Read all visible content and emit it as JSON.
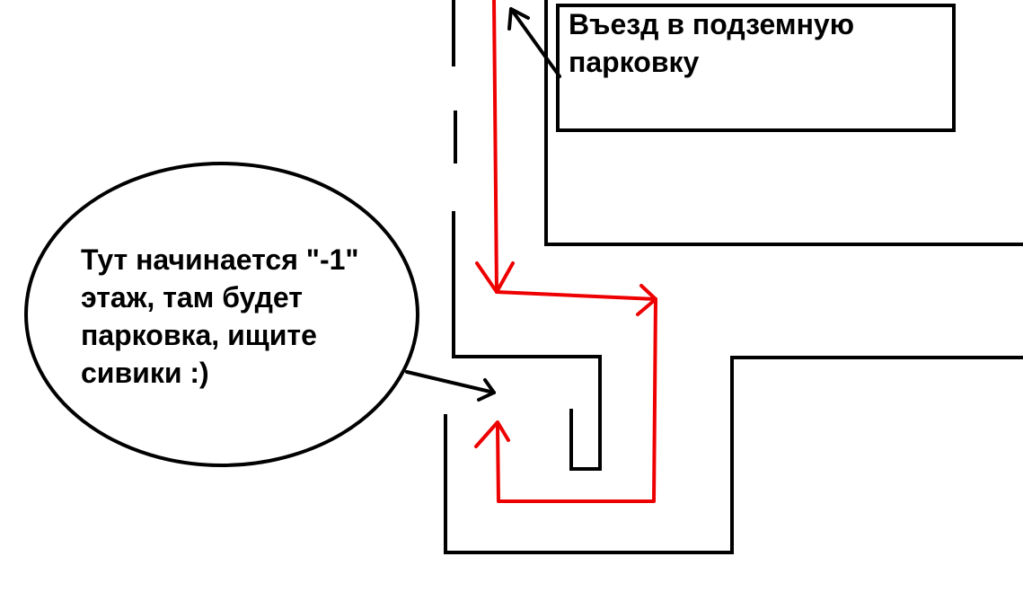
{
  "colors": {
    "walls": "#000000",
    "route": "#ee0000",
    "background": "#ffffff",
    "text": "#000000"
  },
  "entrance": {
    "lines": [
      "Въезд в подземную",
      "парковку"
    ]
  },
  "bubble": {
    "lines": [
      "Тут начинается \"-1\"",
      "этаж, там будет",
      "парковка, ищите",
      "сивики :)"
    ]
  }
}
